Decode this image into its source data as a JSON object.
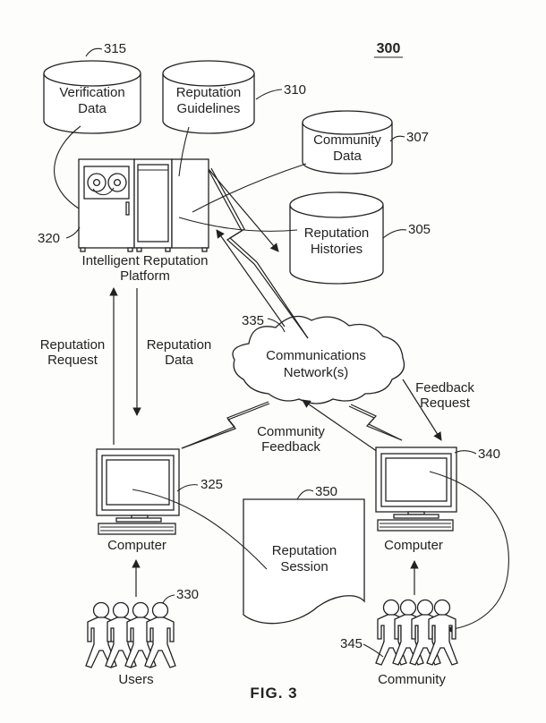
{
  "figure": {
    "ref": "300",
    "caption": "FIG. 3"
  },
  "databases": [
    {
      "name": "verification-data",
      "ref": "315",
      "lines": [
        "Verification",
        "Data"
      ]
    },
    {
      "name": "reputation-guidelines",
      "ref": "310",
      "lines": [
        "Reputation",
        "Guidelines"
      ]
    },
    {
      "name": "community-data",
      "ref": "307",
      "lines": [
        "Community",
        "Data"
      ]
    },
    {
      "name": "reputation-histories",
      "ref": "305",
      "lines": [
        "Reputation",
        "Histories"
      ]
    }
  ],
  "platform": {
    "ref": "320",
    "lines": [
      "Intelligent Reputation",
      "Platform"
    ]
  },
  "network": {
    "ref": "335",
    "lines": [
      "Communications",
      "Network(s)"
    ]
  },
  "flows": {
    "reputation_request": {
      "lines": [
        "Reputation",
        "Request"
      ]
    },
    "reputation_data": {
      "lines": [
        "Reputation",
        "Data"
      ]
    },
    "community_feedback": {
      "lines": [
        "Community",
        "Feedback"
      ]
    },
    "feedback_request": {
      "lines": [
        "Feedback",
        "Request"
      ]
    }
  },
  "user_computer": {
    "ref": "325",
    "label": "Computer"
  },
  "community_computer": {
    "ref": "340",
    "label": "Computer"
  },
  "users": {
    "ref": "330",
    "label": "Users"
  },
  "community": {
    "ref": "345",
    "label": "Community"
  },
  "session_document": {
    "ref": "350",
    "lines": [
      "Reputation",
      "Session"
    ]
  },
  "colors": {
    "ink": "#222222",
    "paper": "#fdfdfb"
  }
}
